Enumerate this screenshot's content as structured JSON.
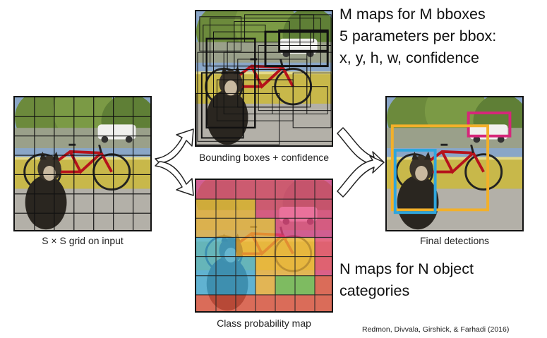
{
  "input_image": {
    "caption": "S × S grid on input"
  },
  "bbox_map": {
    "caption": "Bounding boxes + confidence",
    "note_lines": [
      "M maps for M bboxes",
      "5 parameters per bbox:",
      "x, y, h, w, confidence"
    ]
  },
  "class_map": {
    "caption": "Class probability map",
    "note_lines": [
      "N maps for N object",
      "categories"
    ],
    "grid": [
      [
        "#e8467f",
        "#e8467f",
        "#e8467f",
        "#e8467f",
        "#e8467f",
        "#e8467f",
        "#e8467f"
      ],
      [
        "#f2b73a",
        "#f2b73a",
        "#f2b73a",
        "#e8467f",
        "#e8467f",
        "#e8467f",
        "#e8467f"
      ],
      [
        "#f2b73a",
        "#f2b73a",
        "#f2b73a",
        "#f2b73a",
        "#e8467f",
        "#e8467f",
        "#e8467f"
      ],
      [
        "#45b4e0",
        "#45b4e0",
        "#f2b73a",
        "#f2b73a",
        "#f2b73a",
        "#f2b73a",
        "#e8467f"
      ],
      [
        "#45b4e0",
        "#45b4e0",
        "#45b4e0",
        "#f2b73a",
        "#f2b73a",
        "#f2b73a",
        "#e8467f"
      ],
      [
        "#45b4e0",
        "#45b4e0",
        "#45b4e0",
        "#f2b73a",
        "#6cc04a",
        "#6cc04a",
        "#e8553f"
      ],
      [
        "#e8553f",
        "#e8553f",
        "#e8553f",
        "#e8553f",
        "#e8553f",
        "#e8553f",
        "#e8553f"
      ]
    ]
  },
  "final_detections": {
    "caption": "Final detections",
    "colors": {
      "car": "#d6277a",
      "bicycle": "#f2b02a",
      "dog": "#2fa6dd"
    }
  },
  "citation": "Redmon, Divvala, Girshick, & Farhadi (2016)"
}
